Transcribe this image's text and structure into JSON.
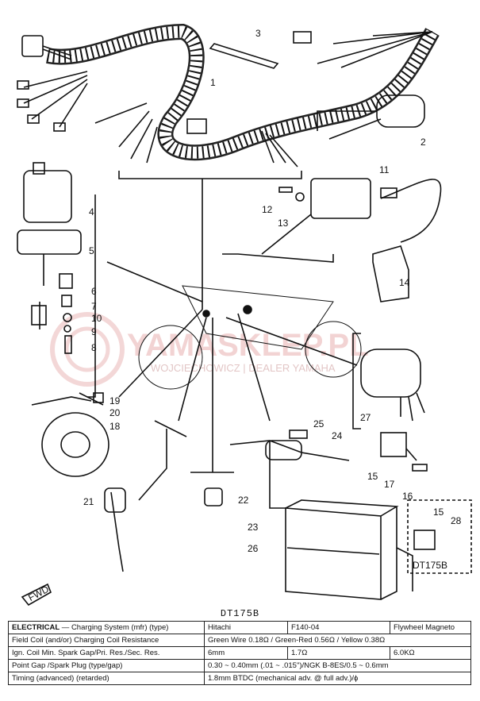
{
  "parts": {
    "p1": "1",
    "p2": "2",
    "p3": "3",
    "p4": "4",
    "p5": "5",
    "p6": "6",
    "p7": "7",
    "p8": "8",
    "p9": "9",
    "p10": "10",
    "p11": "11",
    "p12": "12",
    "p13": "13",
    "p14": "14",
    "p15a": "15",
    "p15b": "15",
    "p16": "16",
    "p17": "17",
    "p18": "18",
    "p19": "19",
    "p20": "20",
    "p21": "21",
    "p22": "22",
    "p23": "23",
    "p24": "24",
    "p25": "25",
    "p26": "26",
    "p27": "27",
    "p28": "28"
  },
  "inset_model": "DT175B",
  "fwd_label": "FWD",
  "watermark": {
    "main": "YAMASKLEP.PL",
    "sub": "WOJCIECHOWICZ | DEALER YAMAHA"
  },
  "caption": "DT175B",
  "spec": {
    "row1": {
      "label": "ELECTRICAL",
      "label_rest": " — Charging System (mfr) (type)",
      "v1": "Hitachi",
      "v2": "F140-04",
      "v3": "Flywheel Magneto"
    },
    "row2": {
      "label": "Field Coil (and/or) Charging Coil Resistance",
      "value": "Green Wire 0.18Ω / Green-Red 0.56Ω / Yellow 0.38Ω"
    },
    "row3": {
      "label": "Ign. Coil Min. Spark Gap/Pri. Res./Sec. Res.",
      "v1": "6mm",
      "v2": "1.7Ω",
      "v3": "6.0KΩ"
    },
    "row4": {
      "label": "Point Gap /Spark Plug (type/gap)",
      "value": "0.30 ~ 0.40mm (.01 ~ .015\")/NGK B-8ES/0.5 ~ 0.6mm"
    },
    "row5": {
      "label": "Timing (advanced) (retarded)",
      "value": "1.8mm BTDC (mechanical adv. @ full adv.)/ϕ"
    }
  }
}
